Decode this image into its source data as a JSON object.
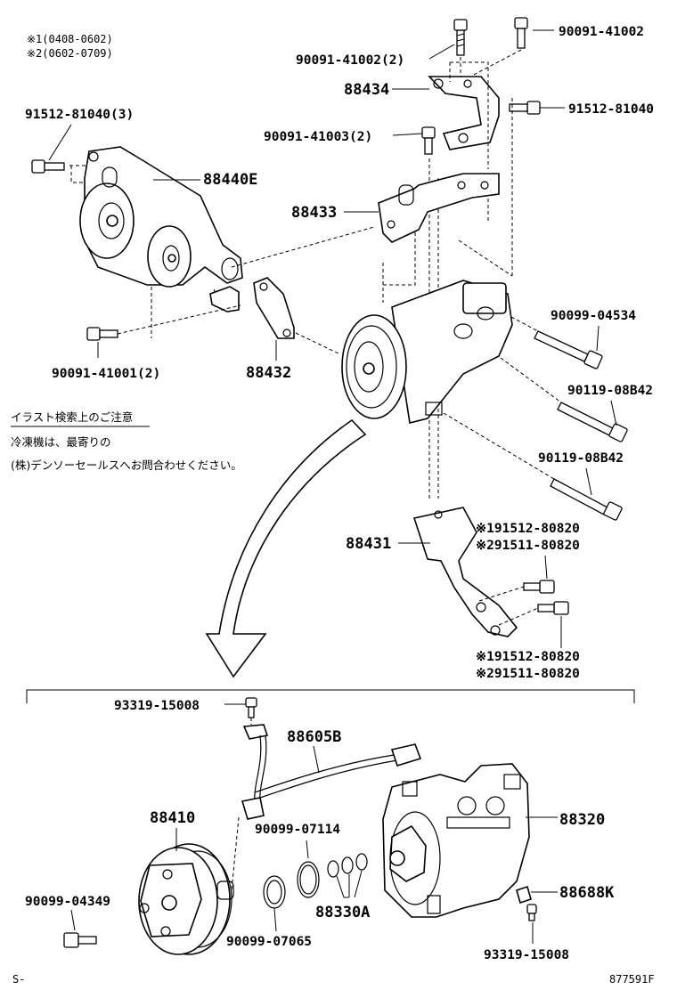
{
  "notes": {
    "variant1": "※1(0408-0602)",
    "variant2": "※2(0602-0709)",
    "caution_title": "イラスト検索上のご注意",
    "caution_line1": "冷凍機は、最寄りの",
    "caution_line2": "(株)デンソーセールスへお問合わせください。"
  },
  "labels": {
    "p90091_41002_2": "90091-41002(2)",
    "p90091_41002": "90091-41002",
    "p88434": "88434",
    "p91512_81040": "91512-81040",
    "p90091_41003_2": "90091-41003(2)",
    "p91512_81040_3": "91512-81040(3)",
    "p88440E": "88440E",
    "p88433": "88433",
    "p90099_04534": "90099-04534",
    "p90091_41001_2": "90091-41001(2)",
    "p88432": "88432",
    "p90119_08B42_a": "90119-08B42",
    "p90119_08B42_b": "90119-08B42",
    "p91512_80820_a": "※191512-80820",
    "p91511_80820_a": "※291511-80820",
    "p88431": "88431",
    "p91512_80820_b": "※191512-80820",
    "p91511_80820_b": "※291511-80820",
    "p93319_15008_a": "93319-15008",
    "p88605B": "88605B",
    "p88410": "88410",
    "p90099_07114": "90099-07114",
    "p88320": "88320",
    "p88688K": "88688K",
    "p90099_04349": "90099-04349",
    "p88330A": "88330A",
    "p90099_07065": "90099-07065",
    "p93319_15008_b": "93319-15008"
  },
  "footer": {
    "left": "S-",
    "code": "877591F"
  }
}
